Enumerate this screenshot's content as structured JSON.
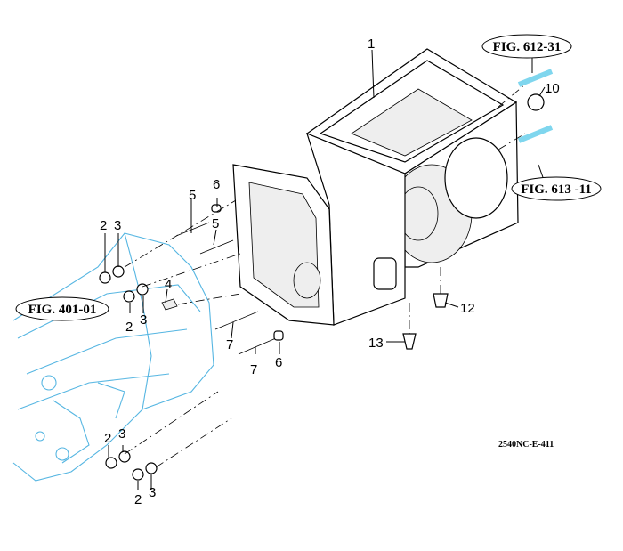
{
  "diagram": {
    "callouts": [
      "1",
      "10",
      "5",
      "6",
      "5",
      "2",
      "3",
      "2",
      "3",
      "4",
      "7",
      "7",
      "6",
      "12",
      "13",
      "2",
      "3",
      "2",
      "3"
    ],
    "fig_refs": [
      "FIG. 612-31",
      "FIG. 613 -11",
      "FIG. 401-01"
    ],
    "drawing_code": "2540NC-E-411"
  },
  "colors": {
    "reference_housing": "#56b6e2",
    "lines": "#000000"
  }
}
